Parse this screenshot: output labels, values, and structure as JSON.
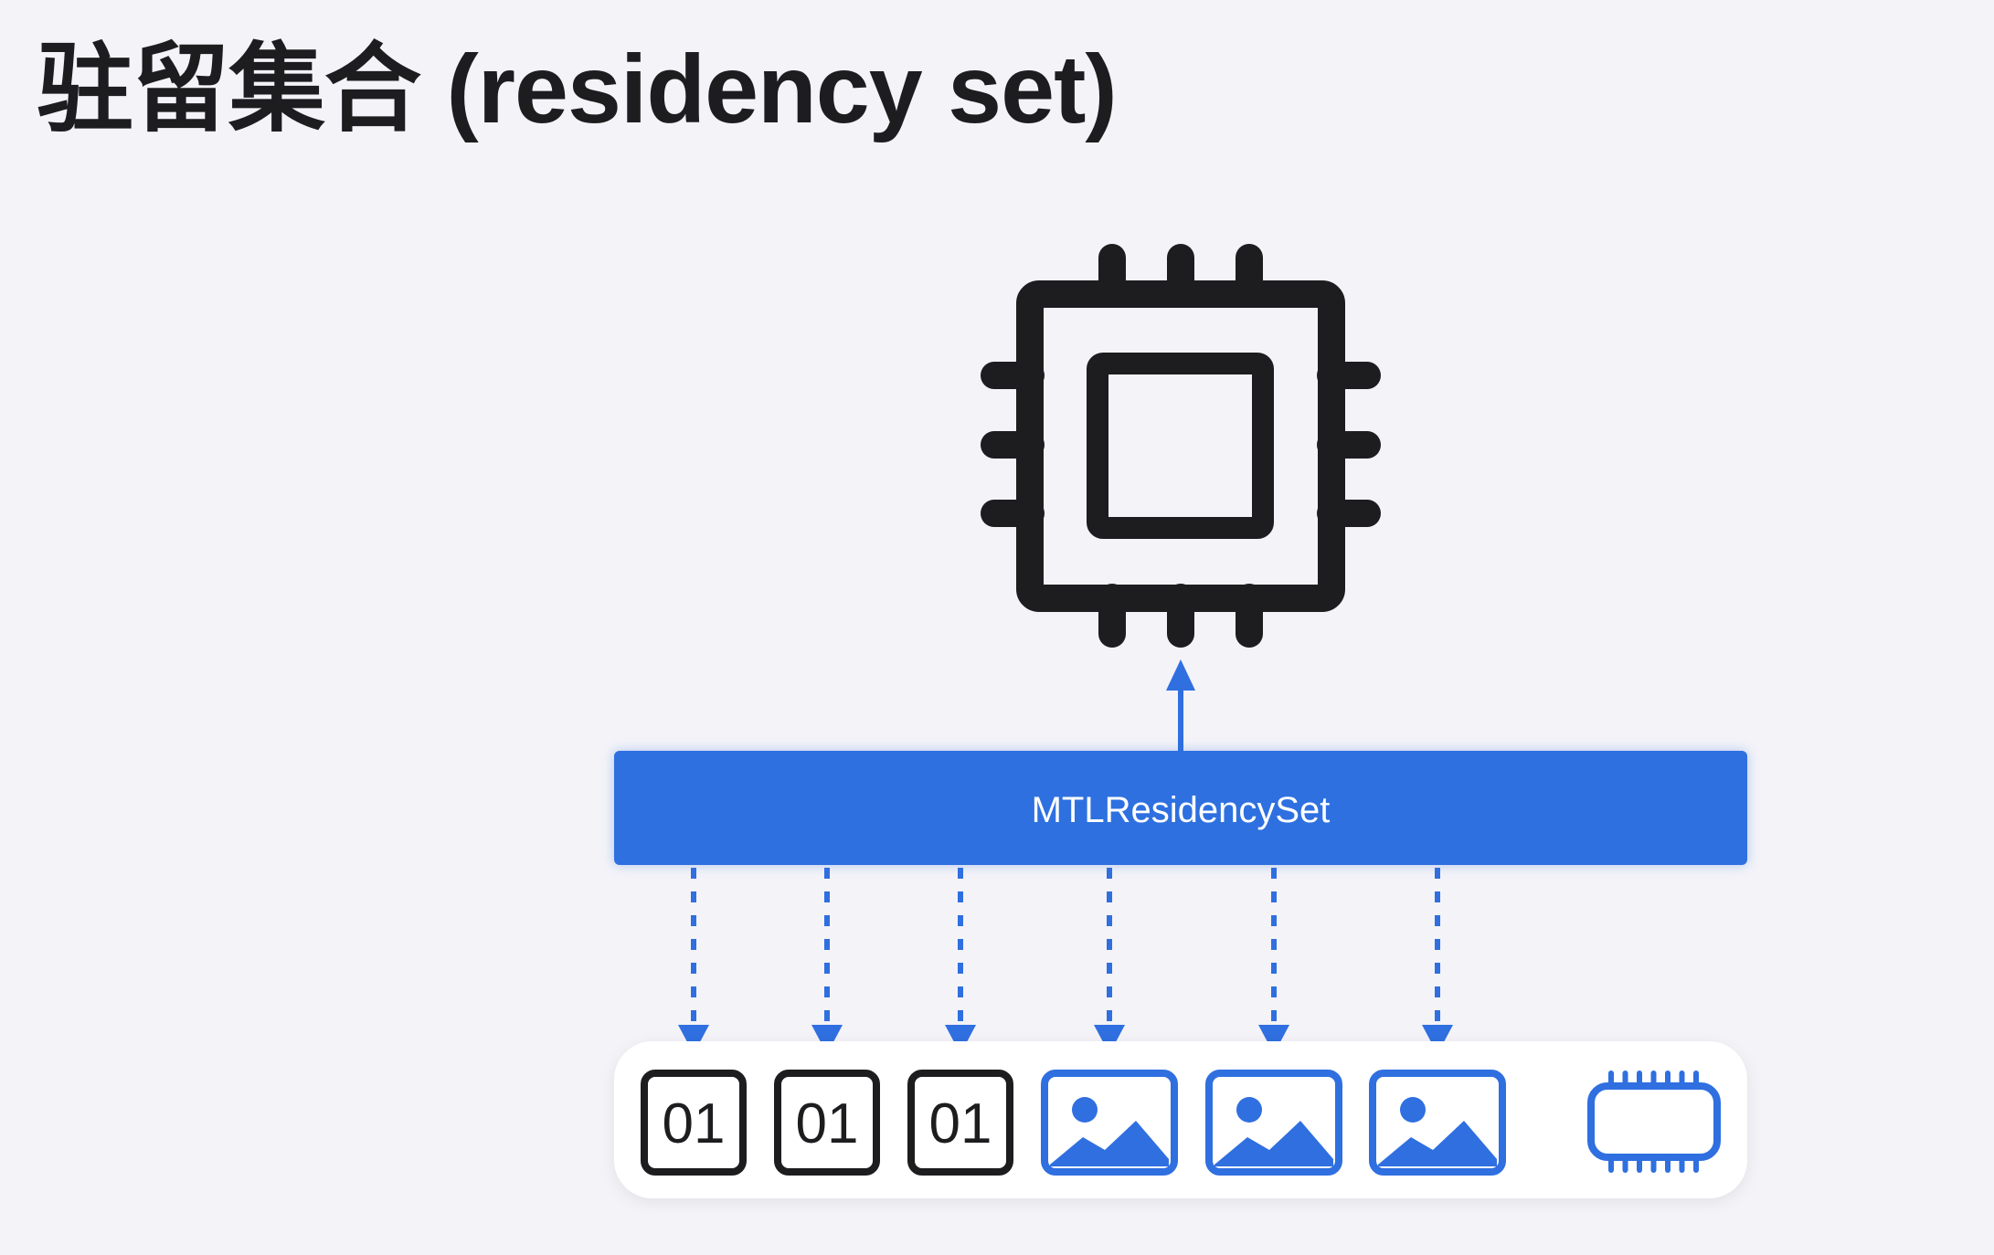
{
  "title": "驻留集合 (residency set)",
  "residency_set": {
    "label": "MTLResidencySet"
  },
  "resources": [
    {
      "kind": "buffer",
      "text": "01",
      "icon": "buffer-icon"
    },
    {
      "kind": "buffer",
      "text": "01",
      "icon": "buffer-icon"
    },
    {
      "kind": "buffer",
      "text": "01",
      "icon": "buffer-icon"
    },
    {
      "kind": "texture",
      "icon": "image-icon"
    },
    {
      "kind": "texture",
      "icon": "image-icon"
    },
    {
      "kind": "texture",
      "icon": "image-icon"
    },
    {
      "kind": "heap",
      "icon": "memory-chip-icon"
    }
  ],
  "gpu": {
    "icon": "gpu-chip-icon"
  },
  "colors": {
    "background": "#f4f3f8",
    "accent": "#2f6fe0",
    "ink": "#1d1d1f",
    "tray": "#ffffff"
  }
}
